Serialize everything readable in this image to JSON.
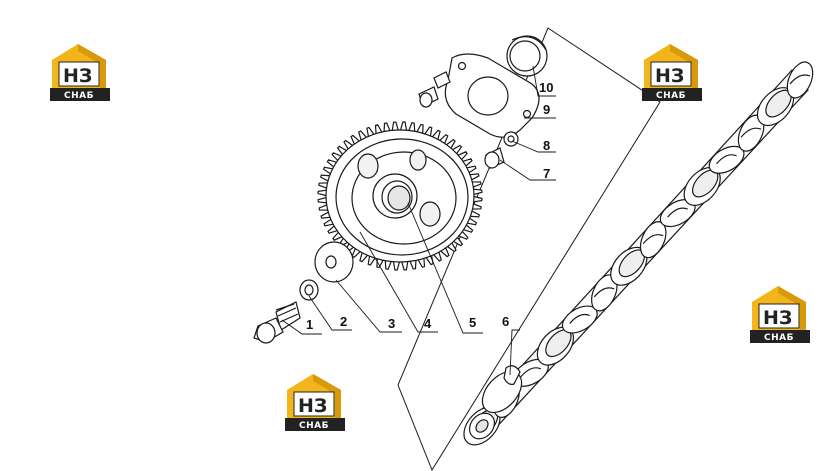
{
  "diagram": {
    "callouts": [
      "1",
      "2",
      "3",
      "4",
      "5",
      "6",
      "7",
      "8",
      "9",
      "10"
    ]
  },
  "logo": {
    "main": "НЗ",
    "sub": "СНАБ",
    "colors": {
      "house": "#f2b61c",
      "badge": "#222222",
      "letter": "#222222"
    }
  },
  "colors": {
    "line": "#1a1a1a",
    "fill": "#ffffff"
  }
}
